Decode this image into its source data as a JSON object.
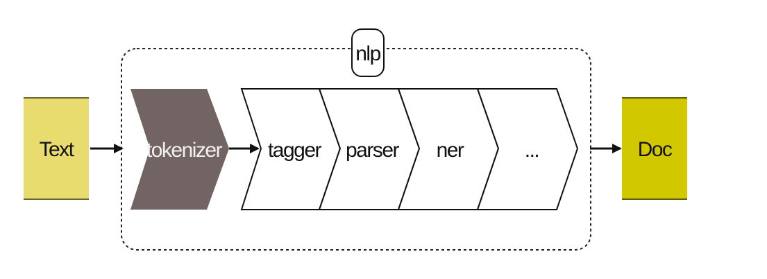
{
  "diagram": {
    "input": {
      "label": "Text",
      "color": "#e8dc6e"
    },
    "output": {
      "label": "Doc",
      "color": "#d1c800"
    },
    "pipeline": {
      "label": "nlp",
      "stages": [
        {
          "label": "tokenizer",
          "color": "#736464",
          "text_color": "#f2efef"
        },
        {
          "label": "tagger",
          "color": "#ffffff",
          "text_color": "#111111"
        },
        {
          "label": "parser",
          "color": "#ffffff",
          "text_color": "#111111"
        },
        {
          "label": "ner",
          "color": "#ffffff",
          "text_color": "#111111"
        },
        {
          "label": "...",
          "color": "#ffffff",
          "text_color": "#111111"
        }
      ]
    }
  }
}
